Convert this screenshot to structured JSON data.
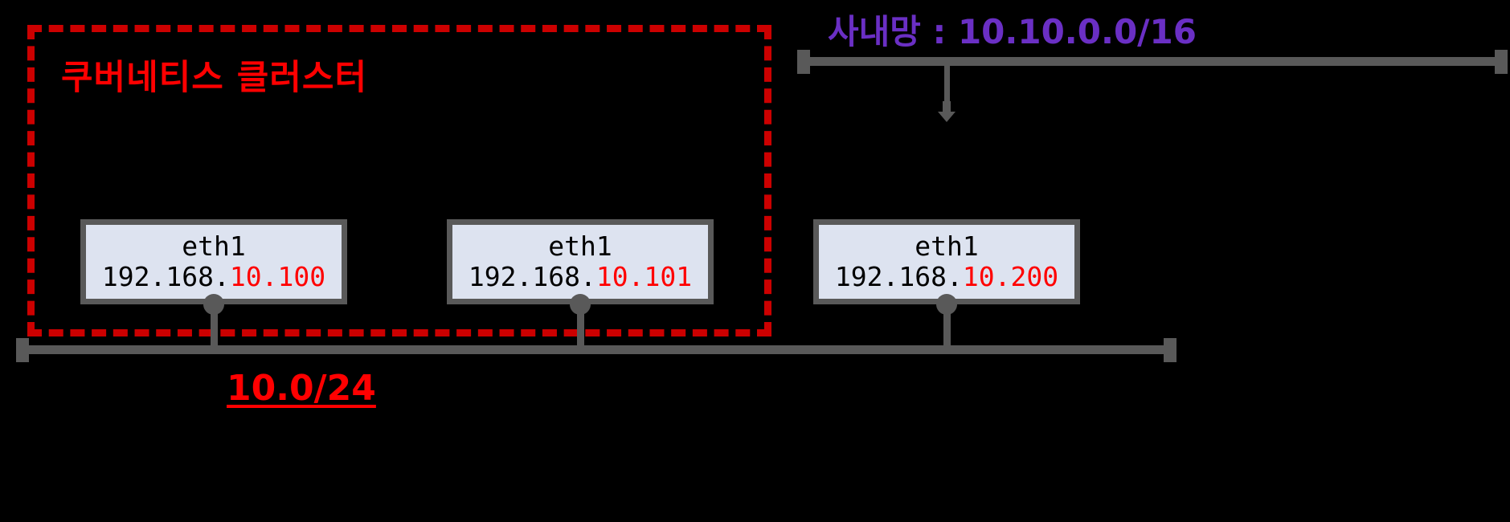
{
  "diagram": {
    "background_color": "#000000",
    "cluster": {
      "title": "쿠버네티스 클러스터",
      "border_color": "#cc0000",
      "title_color": "#ff0000"
    },
    "corporate_network": {
      "label": "사내망 : 10.10.0.0/16",
      "color": "#6a2fc4"
    },
    "subnet": {
      "label": "10.0/24",
      "color": "#ff0000"
    },
    "nodes": [
      {
        "interface": "eth1",
        "ip_prefix": "192.168.",
        "ip_host": "10.100",
        "in_cluster": true
      },
      {
        "interface": "eth1",
        "ip_prefix": "192.168.",
        "ip_host": "10.101",
        "in_cluster": true
      },
      {
        "interface": "eth1",
        "ip_prefix": "192.168.",
        "ip_host": "10.200",
        "in_cluster": false
      }
    ],
    "buses": {
      "top_bus_color": "#595959",
      "bottom_bus_color": "#595959"
    },
    "icons": {
      "router_marker": "router-arrow-icon"
    }
  }
}
